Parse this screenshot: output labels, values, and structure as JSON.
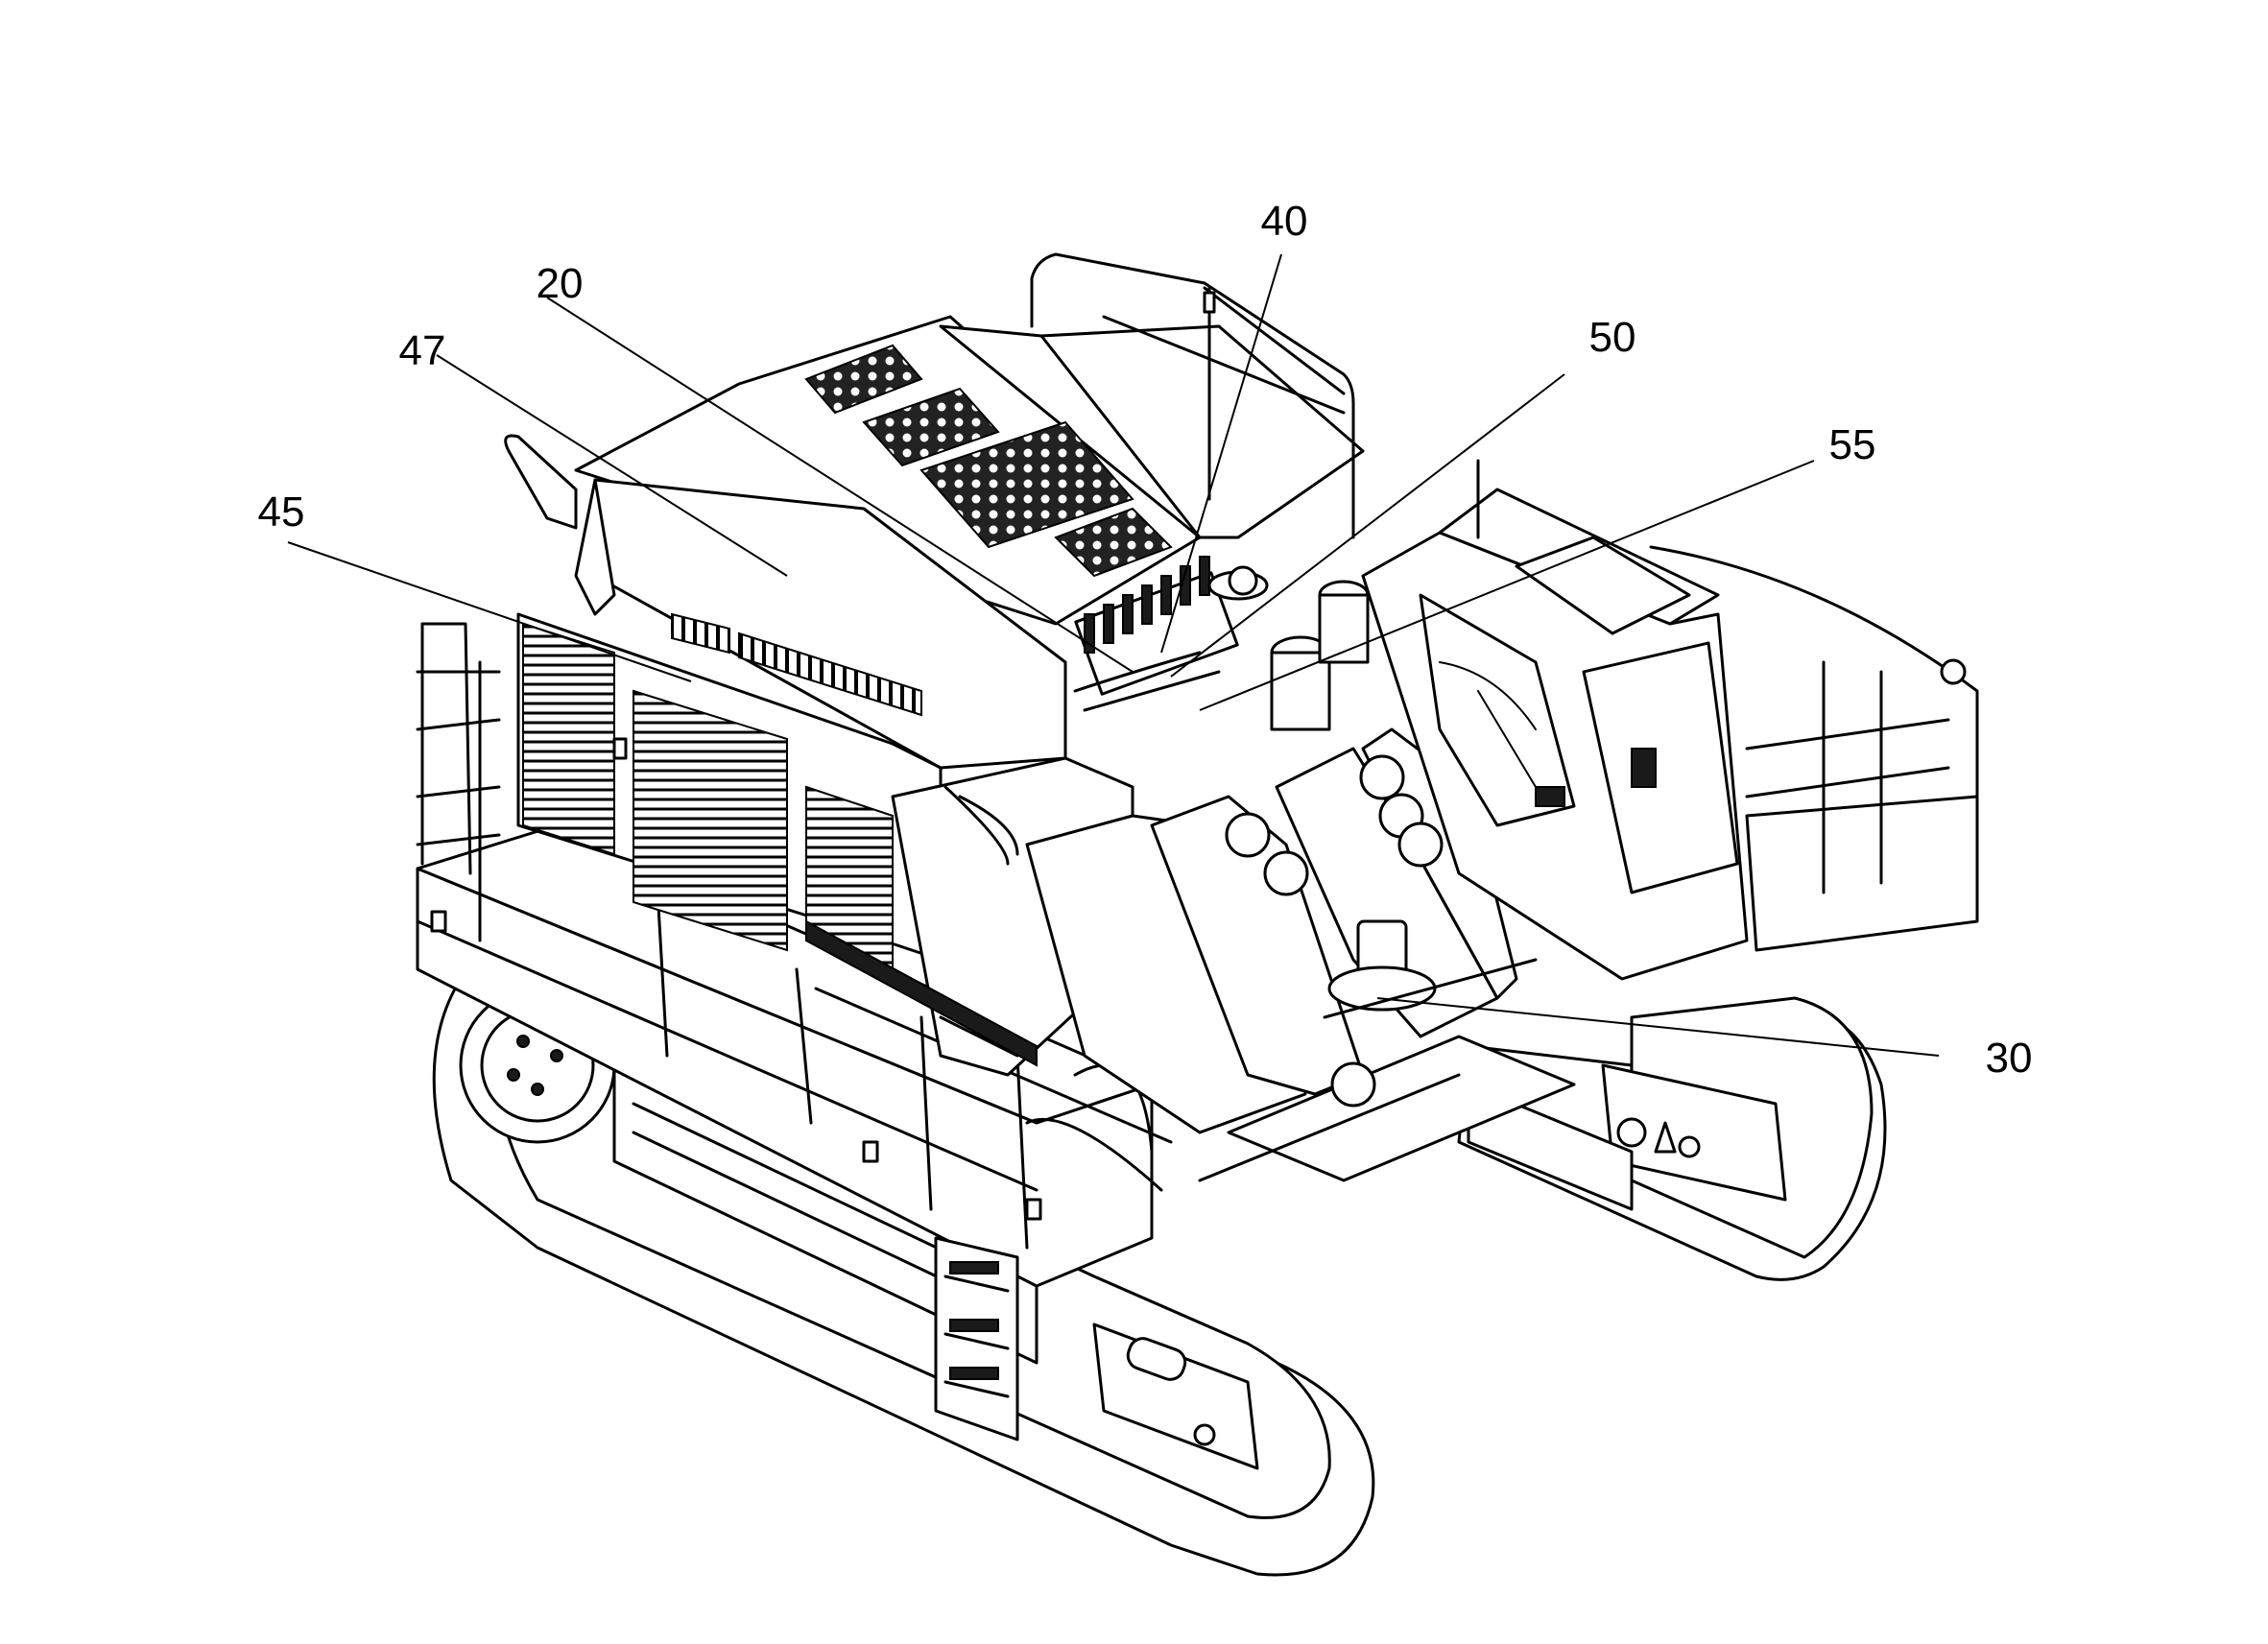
{
  "callouts": [
    {
      "id": "c20",
      "label": "20"
    },
    {
      "id": "c30",
      "label": "30"
    },
    {
      "id": "c40",
      "label": "40"
    },
    {
      "id": "c45",
      "label": "45"
    },
    {
      "id": "c47",
      "label": "47"
    },
    {
      "id": "c50",
      "label": "50"
    },
    {
      "id": "c55",
      "label": "55"
    }
  ],
  "colors": {
    "line": "#000000",
    "background": "#ffffff"
  }
}
